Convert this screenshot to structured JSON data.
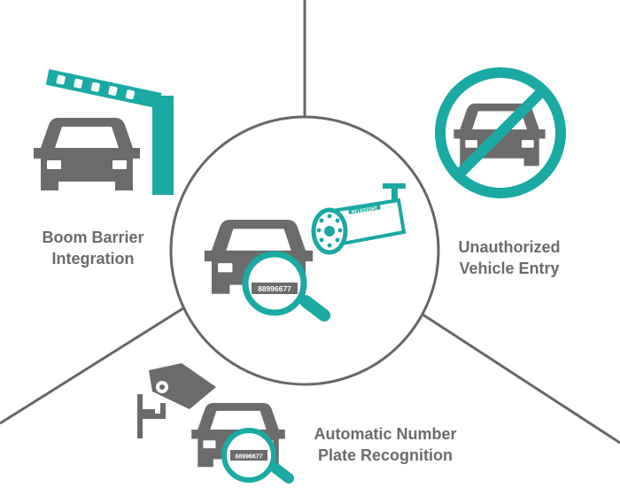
{
  "colors": {
    "teal": "#1aa9a4",
    "gray": "#6b6b6b",
    "line": "#666666"
  },
  "icons": [
    "boom-barrier-icon",
    "car-icon",
    "no-entry-icon",
    "cctv-camera-icon",
    "magnifier-icon",
    "license-plate-icon"
  ],
  "center": {
    "plate_number": "88996677",
    "camera_brand": "MILESIGHT"
  },
  "sections": {
    "boom_barrier": {
      "line1": "Boom Barrier",
      "line2": "Integration"
    },
    "unauthorized": {
      "line1": "Unauthorized",
      "line2": "Vehicle Entry"
    },
    "anpr": {
      "line1": "Automatic Number",
      "line2": "Plate Recognition",
      "plate_number": "88996677"
    }
  }
}
